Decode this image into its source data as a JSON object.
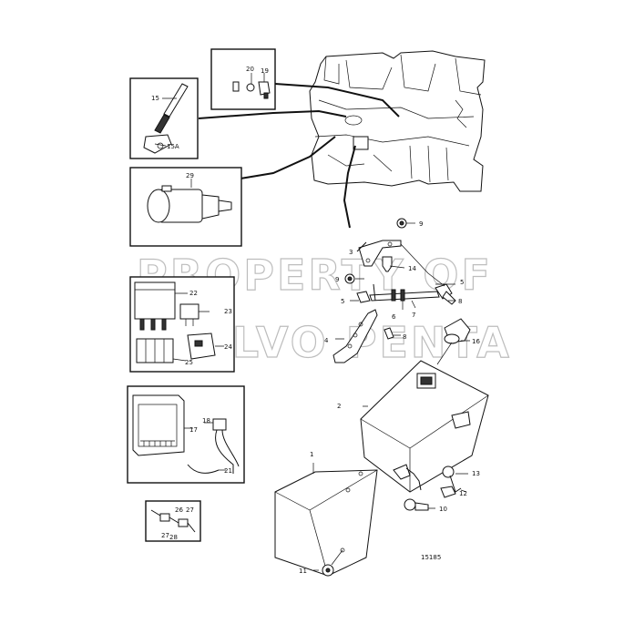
{
  "drawing_number": "15185",
  "watermark": [
    "PROPERTY OF",
    "VOLVO PENTA"
  ],
  "callouts": {
    "c1": "1",
    "c2": "2",
    "c3": "3",
    "c4": "4",
    "c5a": "5",
    "c5b": "5",
    "c6": "6",
    "c7": "7",
    "c8a": "8",
    "c8b": "8",
    "c9a": "9",
    "c9b": "9",
    "c10": "10",
    "c11": "11",
    "c12": "12",
    "c13": "13",
    "c14": "14",
    "c15": "15",
    "c15a": "15A",
    "c16": "16",
    "c17": "17",
    "c18": "18",
    "c19": "19",
    "c20": "20",
    "c21": "21",
    "c22": "22",
    "c23": "23",
    "c24": "24",
    "c25": "25",
    "c26": "26",
    "c27a": "27",
    "c27b": "27",
    "c28": "28",
    "c29": "29"
  }
}
